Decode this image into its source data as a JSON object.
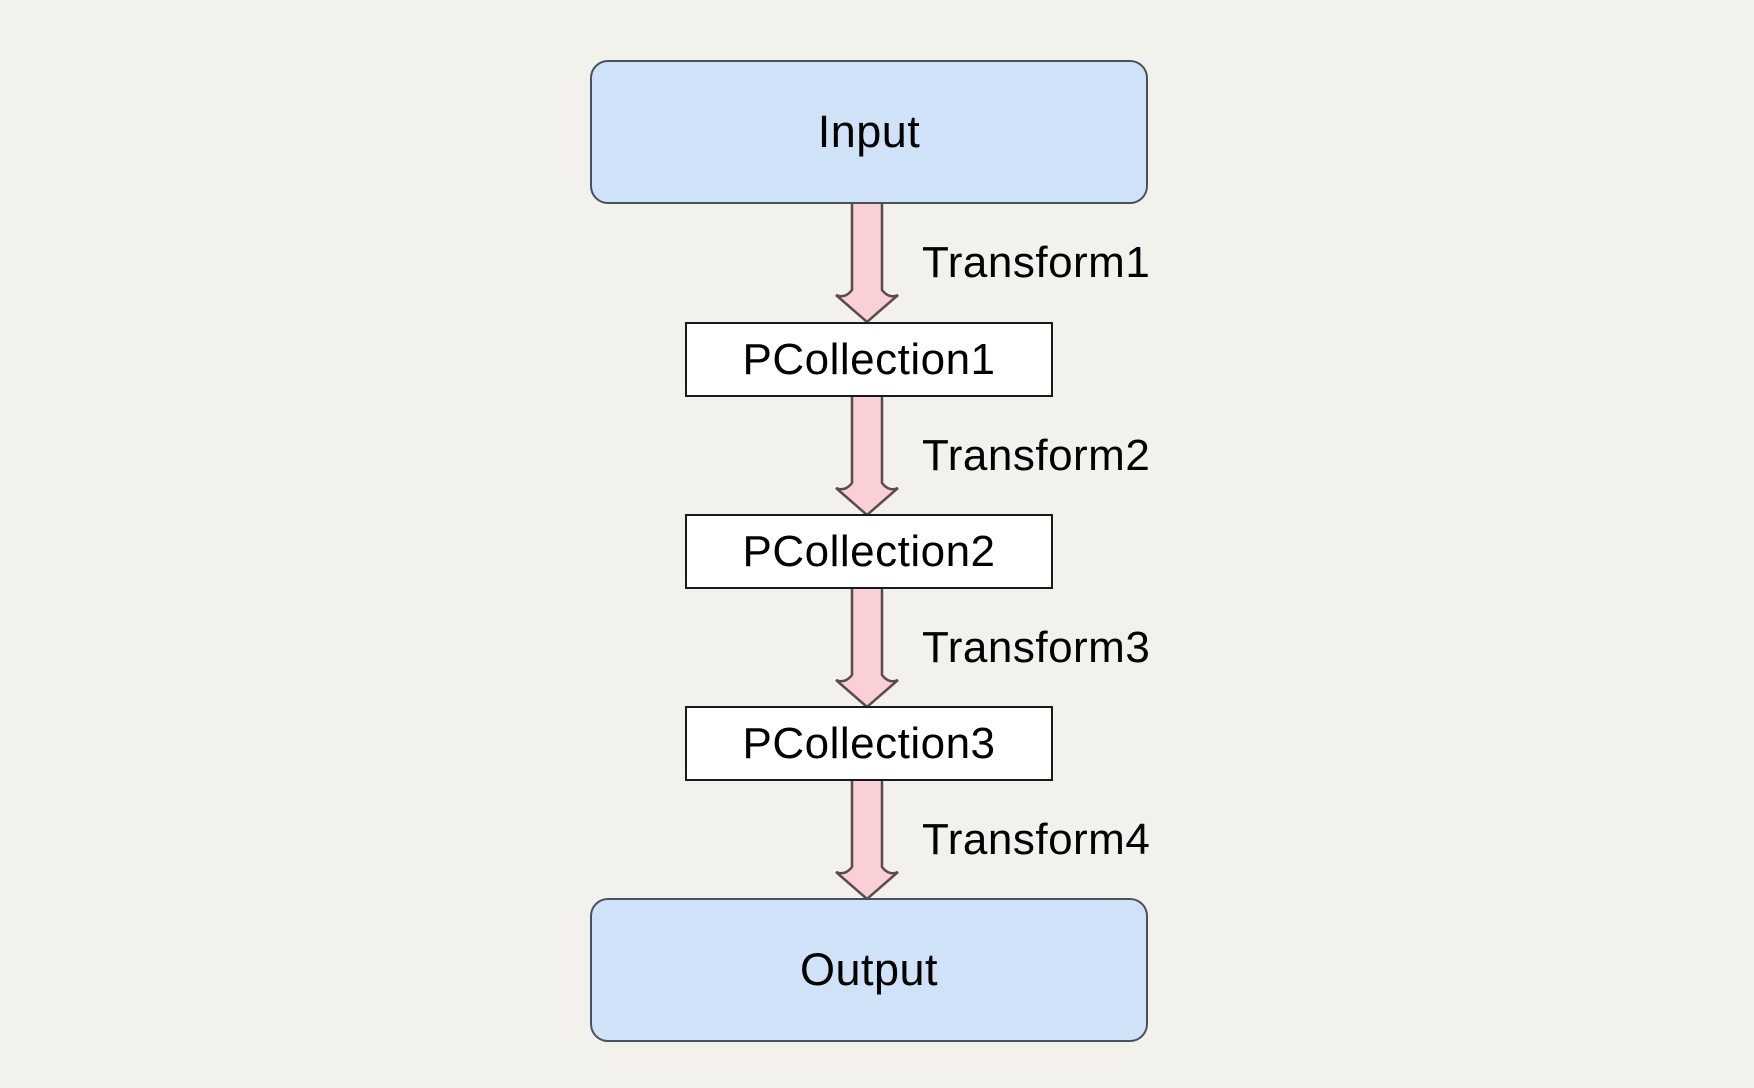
{
  "diagram": {
    "nodes": [
      {
        "id": "input",
        "label": "Input",
        "kind": "endpoint"
      },
      {
        "id": "pcollection1",
        "label": "PCollection1",
        "kind": "collection"
      },
      {
        "id": "pcollection2",
        "label": "PCollection2",
        "kind": "collection"
      },
      {
        "id": "pcollection3",
        "label": "PCollection3",
        "kind": "collection"
      },
      {
        "id": "output",
        "label": "Output",
        "kind": "endpoint"
      }
    ],
    "edges": [
      {
        "from": "input",
        "to": "pcollection1",
        "label": "Transform1"
      },
      {
        "from": "pcollection1",
        "to": "pcollection2",
        "label": "Transform2"
      },
      {
        "from": "pcollection2",
        "to": "pcollection3",
        "label": "Transform3"
      },
      {
        "from": "pcollection3",
        "to": "output",
        "label": "Transform4"
      }
    ],
    "colors": {
      "background": "#F2F1EC",
      "endpoint_fill": "#CFE2F8",
      "endpoint_border": "#47525C",
      "collection_fill": "#FFFFFF",
      "collection_border": "#1A1A1A",
      "arrow_fill": "#F9D0D5",
      "arrow_border": "#5C4A4E",
      "text": "#000000"
    }
  }
}
